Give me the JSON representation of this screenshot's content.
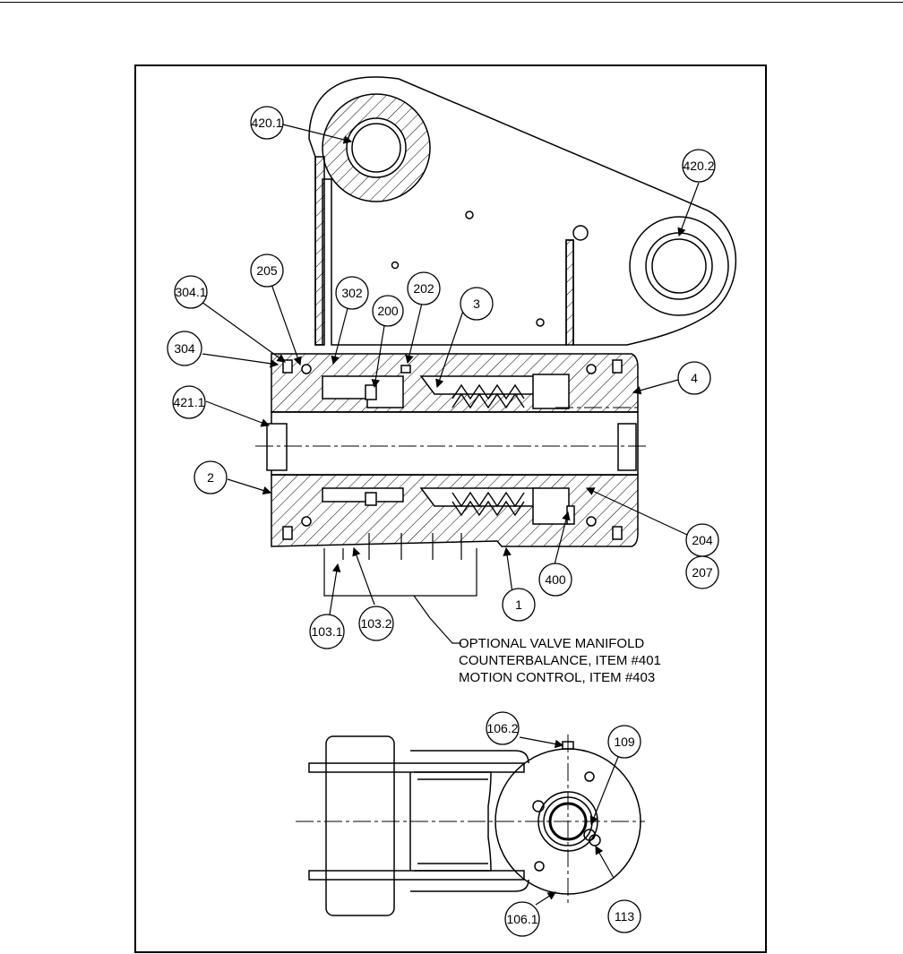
{
  "callouts": {
    "c420_1": "420.1",
    "c420_2": "420.2",
    "c304_1": "304.1",
    "c205": "205",
    "c302": "302",
    "c202": "202",
    "c200": "200",
    "c3": "3",
    "c304": "304",
    "c4": "4",
    "c421_1": "421.1",
    "c2": "2",
    "c204": "204",
    "c207": "207",
    "c400": "400",
    "c1": "1",
    "c103_1": "103.1",
    "c103_2": "103.2",
    "c106_2": "106.2",
    "c109": "109",
    "c106_1": "106.1",
    "c113": "113"
  },
  "note": {
    "line1": "OPTIONAL VALVE MANIFOLD",
    "line2": "COUNTERBALANCE, ITEM #401",
    "line3": "MOTION CONTROL, ITEM #403"
  }
}
